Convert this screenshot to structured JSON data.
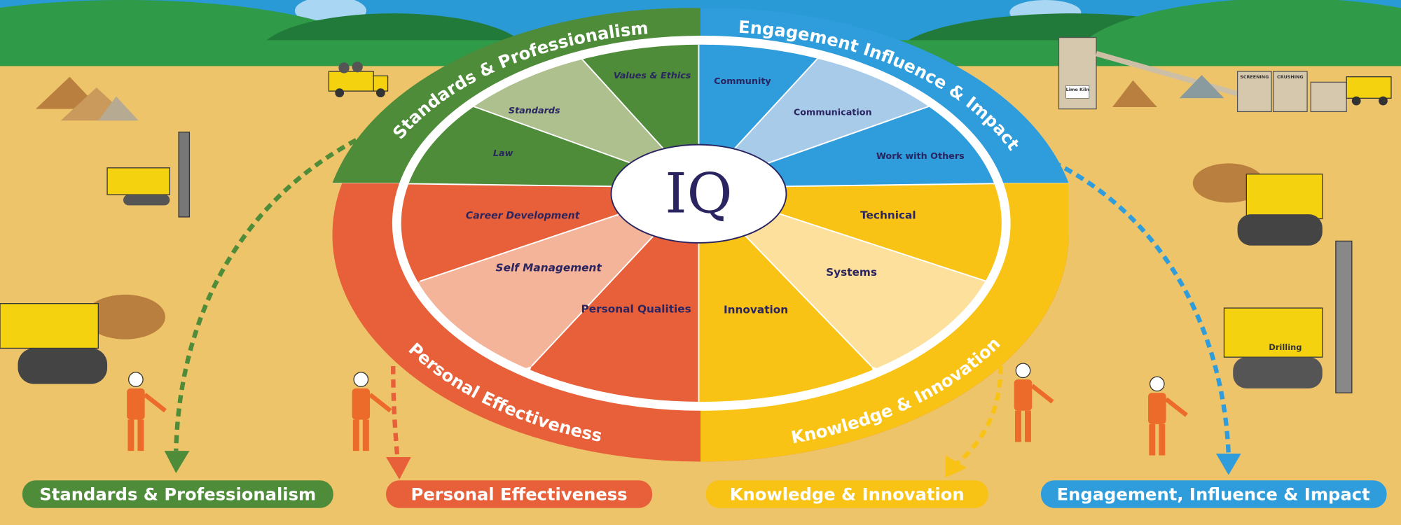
{
  "hub": {
    "label": "IQ"
  },
  "colors": {
    "green": "#4e8c3a",
    "green_light": "#adc08e",
    "blue": "#2f9cdb",
    "blue_light": "#a9cbea",
    "yellow": "#f8c314",
    "yellow_light": "#fde09b",
    "red": "#e8603a",
    "red_light": "#f4b499",
    "text_dark": "#2a2560",
    "ground": "#eec46a",
    "sky": "#2a9ad6",
    "hills": "#2f9a48"
  },
  "quadrants": [
    {
      "name": "Standards & Professionalism",
      "pill": "Standards & Professionalism",
      "segments": [
        "Law",
        "Standards",
        "Values & Ethics"
      ]
    },
    {
      "name": "Engagement Influence & Impact",
      "pill": "Engagement, Influence & Impact",
      "segments": [
        "Community",
        "Communication",
        "Work with Others"
      ]
    },
    {
      "name": "Knowledge & Innovation",
      "pill": "Knowledge & Innovation",
      "segments": [
        "Technical",
        "Systems",
        "Innovation"
      ]
    },
    {
      "name": "Personal Effectiveness",
      "pill": "Personal Effectiveness",
      "segments": [
        "Personal Qualities",
        "Self Management",
        "Career Development"
      ]
    }
  ],
  "scenery": {
    "kiln_label": "Lime Kiln",
    "screening_label": "SCREENING",
    "crushing_label": "CRUSHING",
    "drill_label": "Drilling"
  }
}
